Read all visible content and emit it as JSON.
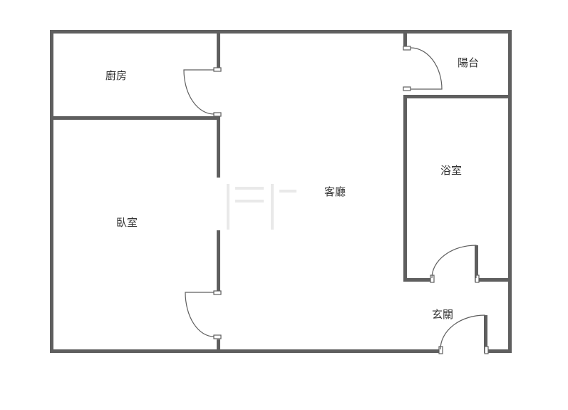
{
  "floorplan": {
    "rooms": {
      "kitchen": "廚房",
      "balcony": "陽台",
      "living": "客廳",
      "bathroom": "浴室",
      "bedroom": "臥室",
      "entrance": "玄關"
    },
    "colors": {
      "wall": "#5f5f5f",
      "label": "#333333",
      "background": "#ffffff"
    }
  }
}
